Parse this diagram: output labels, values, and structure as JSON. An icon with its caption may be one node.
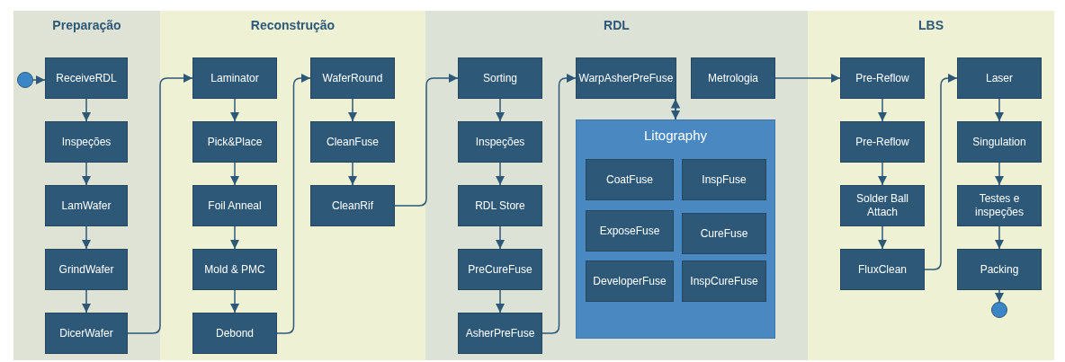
{
  "diagram": {
    "nodes": [
      {
        "text": [
          "Preparação"
        ]
      },
      {
        "text": [],
        "shape": "circle",
        "in": 0
      },
      {
        "text": [
          "ReceiveRDL"
        ],
        "in": 0
      },
      {
        "text": [
          "Inspeções"
        ],
        "in": 0
      },
      {
        "text": [
          "LamWafer"
        ],
        "in": 0
      },
      {
        "text": [
          "GrindWafer"
        ],
        "in": 0
      },
      {
        "text": [
          "DicerWafer"
        ],
        "in": 0
      },
      {
        "text": [
          "Reconstrução"
        ]
      },
      {
        "text": [
          "Laminator"
        ],
        "in": 7
      },
      {
        "text": [
          "Pick&Place"
        ],
        "in": 7
      },
      {
        "text": [
          "Foil Anneal"
        ],
        "in": 7
      },
      {
        "text": [
          "Mold & PMC"
        ],
        "in": 7
      },
      {
        "text": [
          "Debond"
        ],
        "in": 7
      },
      {
        "text": [
          "WaferRound"
        ],
        "in": 7
      },
      {
        "text": [
          "CleanFuse"
        ],
        "in": 7
      },
      {
        "text": [
          "CleanRif"
        ],
        "in": 7
      },
      {
        "text": [
          "RDL"
        ]
      },
      {
        "text": [
          "Sorting"
        ],
        "in": 16
      },
      {
        "text": [
          "Inspeções"
        ],
        "in": 16
      },
      {
        "text": [
          "RDL Store"
        ],
        "in": 16
      },
      {
        "text": [
          "PreCureFuse"
        ],
        "in": 16
      },
      {
        "text": [
          "AsherPreFuse"
        ],
        "in": 16
      },
      {
        "text": [
          "WarpAsherPreFuse"
        ],
        "in": 16
      },
      {
        "text": [
          "Metrologia"
        ],
        "in": 16
      },
      {
        "text": [
          "Litography"
        ],
        "in": 16
      },
      {
        "text": [
          "CoatFuse"
        ],
        "in": 24
      },
      {
        "text": [
          "InspFuse"
        ],
        "in": 24
      },
      {
        "text": [
          "ExposeFuse"
        ],
        "in": 24
      },
      {
        "text": [
          "CureFuse"
        ],
        "in": 24
      },
      {
        "text": [
          "DeveloperFuse"
        ],
        "in": 24
      },
      {
        "text": [
          "InspCureFuse"
        ],
        "in": 24
      },
      {
        "text": [
          "LBS"
        ]
      },
      {
        "text": [
          "Pre-Reflow"
        ],
        "in": 31
      },
      {
        "text": [
          "Pre-Reflow"
        ],
        "in": 31
      },
      {
        "text": [
          "Solder Ball Attach"
        ],
        "in": 31
      },
      {
        "text": [
          "FluxClean"
        ],
        "in": 31
      },
      {
        "text": [
          "Laser"
        ],
        "in": 31
      },
      {
        "text": [
          "Singulation"
        ],
        "in": 31
      },
      {
        "text": [
          "Testes e inspeções"
        ],
        "in": 31
      },
      {
        "text": [
          "Packing"
        ],
        "in": 31
      },
      {
        "text": [],
        "shape": "circle",
        "in": 31
      }
    ],
    "edges": [
      {
        "from": 1,
        "to": 2,
        "arrow": "to"
      },
      {
        "from": 2,
        "to": 3,
        "arrow": "to"
      },
      {
        "from": 3,
        "to": 4,
        "arrow": "to"
      },
      {
        "from": 4,
        "to": 5,
        "arrow": "to"
      },
      {
        "from": 5,
        "to": 6,
        "arrow": "to"
      },
      {
        "from": 6,
        "to": 8,
        "arrow": "to"
      },
      {
        "from": 8,
        "to": 9,
        "arrow": "to"
      },
      {
        "from": 9,
        "to": 10,
        "arrow": "to"
      },
      {
        "from": 10,
        "to": 11,
        "arrow": "to"
      },
      {
        "from": 11,
        "to": 12,
        "arrow": "to"
      },
      {
        "from": 12,
        "to": 13,
        "arrow": "to"
      },
      {
        "from": 13,
        "to": 14,
        "arrow": "to"
      },
      {
        "from": 14,
        "to": 15,
        "arrow": "to"
      },
      {
        "from": 15,
        "to": 17,
        "arrow": "to"
      },
      {
        "from": 17,
        "to": 18,
        "arrow": "to"
      },
      {
        "from": 18,
        "to": 19,
        "arrow": "to"
      },
      {
        "from": 19,
        "to": 20,
        "arrow": "to"
      },
      {
        "from": 20,
        "to": 21,
        "arrow": "to"
      },
      {
        "from": 21,
        "to": 22,
        "arrow": "to"
      },
      {
        "from": 22,
        "to": 24,
        "arrow": "to"
      },
      {
        "from": 24,
        "to": 23,
        "arrow": "to"
      },
      {
        "from": 23,
        "to": 32,
        "arrow": "to"
      },
      {
        "from": 32,
        "to": 33,
        "arrow": "to"
      },
      {
        "from": 33,
        "to": 34,
        "arrow": "to"
      },
      {
        "from": 34,
        "to": 35,
        "arrow": "to"
      },
      {
        "from": 35,
        "to": 36,
        "arrow": "to"
      },
      {
        "from": 36,
        "to": 37,
        "arrow": "to"
      },
      {
        "from": 37,
        "to": 38,
        "arrow": "to"
      },
      {
        "from": 38,
        "to": 39,
        "arrow": "to"
      },
      {
        "from": 39,
        "to": 40,
        "arrow": "to"
      }
    ]
  }
}
